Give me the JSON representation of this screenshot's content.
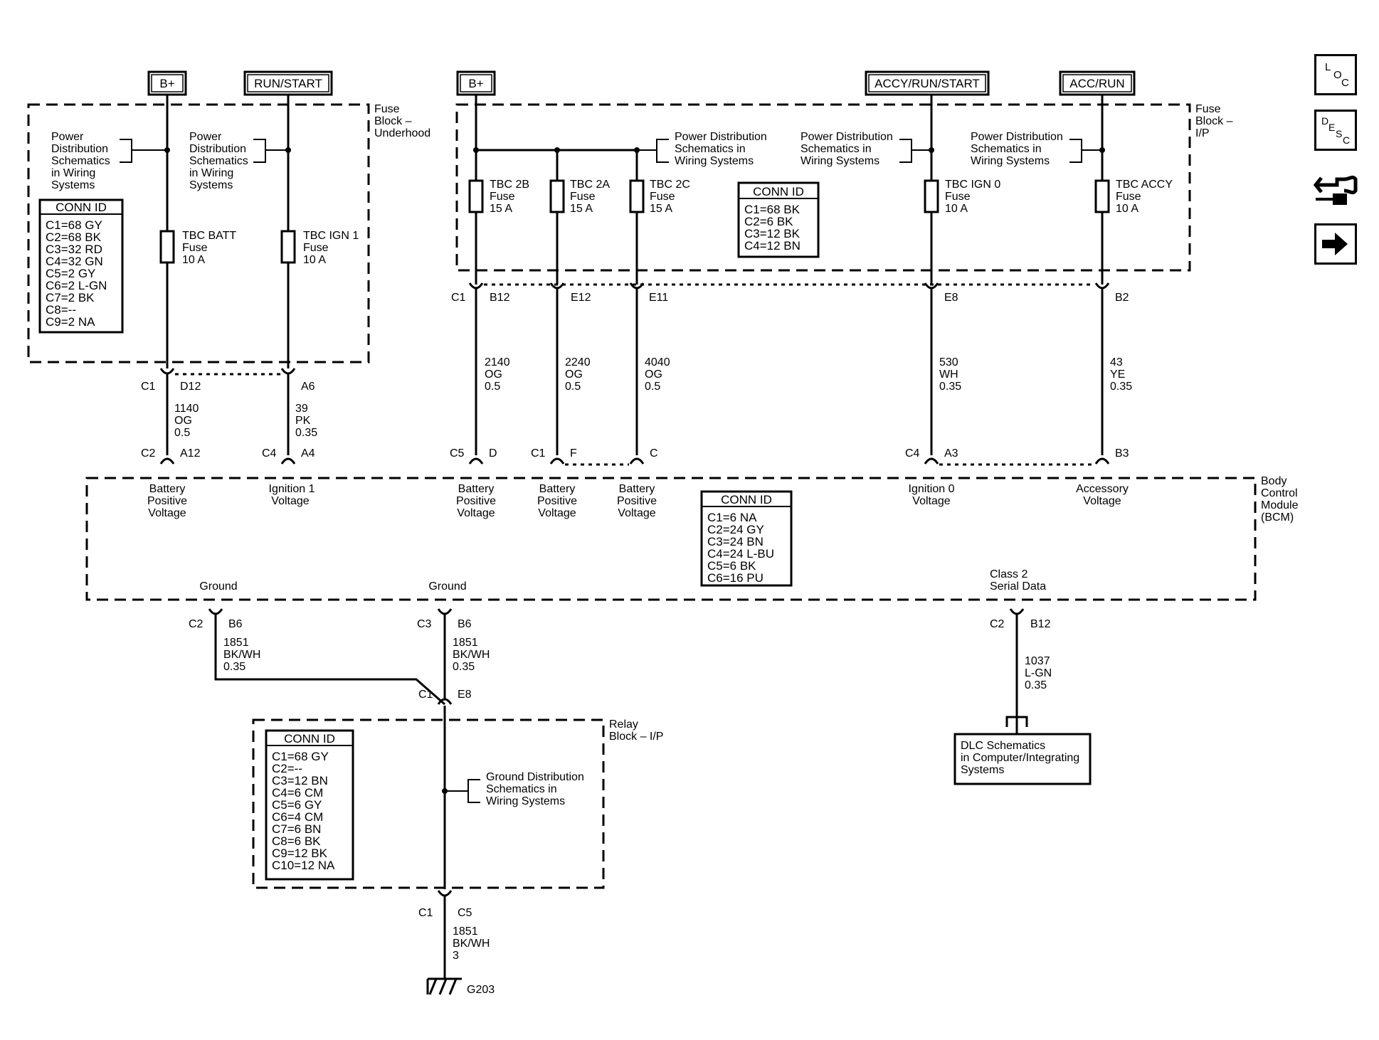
{
  "sources": {
    "bplus_left": "B+",
    "run_start": "RUN/START",
    "bplus_right": "B+",
    "accy_run_start": "ACCY/RUN/START",
    "acc_run": "ACC/RUN"
  },
  "fuse_block_underhood": {
    "title": [
      "Fuse",
      "Block –",
      "Underhood"
    ],
    "note_left": [
      "Power",
      "Distribution",
      "Schematics",
      "in Wiring",
      "Systems"
    ],
    "note_right": [
      "Power",
      "Distribution",
      "Schematics",
      "in Wiring",
      "Systems"
    ],
    "conn_id": {
      "title": "CONN ID",
      "rows": [
        "C1=68 GY",
        "C2=68 BK",
        "C3=32 RD",
        "C4=32 GN",
        "C5=2 GY",
        "C6=2 L-GN",
        "C7=2 BK",
        "C8=--",
        "C9=2 NA"
      ]
    },
    "fuses": [
      {
        "name": "TBC BATT",
        "type": "Fuse",
        "rating": "10 A"
      },
      {
        "name": "TBC IGN 1",
        "type": "Fuse",
        "rating": "10 A"
      }
    ]
  },
  "fuse_block_ip": {
    "title": [
      "Fuse",
      "Block –",
      "I/P"
    ],
    "notes": [
      [
        "Power Distribution",
        "Schematics in",
        "Wiring Systems"
      ],
      [
        "Power Distribution",
        "Schematics in",
        "Wiring Systems"
      ],
      [
        "Power Distribution",
        "Schematics in",
        "Wiring Systems"
      ]
    ],
    "conn_id": {
      "title": "CONN ID",
      "rows": [
        "C1=68 BK",
        "C2=6 BK",
        "C3=12 BK",
        "C4=12 BN"
      ]
    },
    "fuses": [
      {
        "name": "TBC 2B",
        "type": "Fuse",
        "rating": "15 A"
      },
      {
        "name": "TBC 2A",
        "type": "Fuse",
        "rating": "15 A"
      },
      {
        "name": "TBC 2C",
        "type": "Fuse",
        "rating": "15 A"
      },
      {
        "name": "TBC IGN 0",
        "type": "Fuse",
        "rating": "10 A"
      },
      {
        "name": "TBC ACCY",
        "type": "Fuse",
        "rating": "10 A"
      }
    ]
  },
  "upper_connectors": {
    "underhood": {
      "conn": "C1",
      "pins": [
        "D12",
        "A6"
      ]
    },
    "ip": {
      "conn": "C1",
      "pins": [
        "B12",
        "E12",
        "E11",
        "E8",
        "B2"
      ]
    }
  },
  "wires_upper": [
    {
      "circuit": "1140",
      "color": "OG",
      "gauge": "0.5"
    },
    {
      "circuit": "39",
      "color": "PK",
      "gauge": "0.35"
    },
    {
      "circuit": "2140",
      "color": "OG",
      "gauge": "0.5"
    },
    {
      "circuit": "2240",
      "color": "OG",
      "gauge": "0.5"
    },
    {
      "circuit": "4040",
      "color": "OG",
      "gauge": "0.5"
    },
    {
      "circuit": "530",
      "color": "WH",
      "gauge": "0.35"
    },
    {
      "circuit": "43",
      "color": "YE",
      "gauge": "0.35"
    }
  ],
  "bcm_connectors": [
    {
      "conn": "C2",
      "pin": "A12"
    },
    {
      "conn": "C4",
      "pin": "A4"
    },
    {
      "conn": "C5",
      "pin": "D"
    },
    {
      "conn": "C1",
      "pin": "F"
    },
    {
      "conn": "",
      "pin": "C"
    },
    {
      "conn": "C4",
      "pin": "A3"
    },
    {
      "conn": "",
      "pin": "B3"
    }
  ],
  "bcm": {
    "title": [
      "Body",
      "Control",
      "Module",
      "(BCM)"
    ],
    "inputs": [
      [
        "Battery",
        "Positive",
        "Voltage"
      ],
      [
        "Ignition 1",
        "Voltage"
      ],
      [
        "Battery",
        "Positive",
        "Voltage"
      ],
      [
        "Battery",
        "Positive",
        "Voltage"
      ],
      [
        "Battery",
        "Positive",
        "Voltage"
      ],
      [
        "Ignition 0",
        "Voltage"
      ],
      [
        "Accessory",
        "Voltage"
      ]
    ],
    "conn_id": {
      "title": "CONN ID",
      "rows": [
        "C1=6 NA",
        "C2=24 GY",
        "C3=24 BN",
        "C4=24 L-BU",
        "C5=6 BK",
        "C6=16 PU"
      ]
    },
    "ground_labels": [
      "Ground",
      "Ground"
    ],
    "serial_label": [
      "Class 2",
      "Serial Data"
    ]
  },
  "bcm_bottom_connectors": [
    {
      "conn": "C2",
      "pin": "B6"
    },
    {
      "conn": "C3",
      "pin": "B6"
    },
    {
      "conn": "C2",
      "pin": "B12"
    }
  ],
  "wires_lower": [
    {
      "circuit": "1851",
      "color": "BK/WH",
      "gauge": "0.35"
    },
    {
      "circuit": "1851",
      "color": "BK/WH",
      "gauge": "0.35"
    },
    {
      "circuit": "1037",
      "color": "L-GN",
      "gauge": "0.35"
    }
  ],
  "relay_block": {
    "title": [
      "Relay",
      "Block – I/P"
    ],
    "entry": {
      "conn": "C1",
      "pin": "E8"
    },
    "exit": {
      "conn": "C1",
      "pin": "C5"
    },
    "note": [
      "Ground Distribution",
      "Schematics in",
      "Wiring Systems"
    ],
    "conn_id": {
      "title": "CONN ID",
      "rows": [
        "C1=68 GY",
        "C2=--",
        "C3=12 BN",
        "C4=6 CM",
        "C5=6 GY",
        "C6=4 CM",
        "C7=6 BN",
        "C8=6 BK",
        "C9=12 BK",
        "C10=12 NA"
      ]
    }
  },
  "ground_wire": {
    "circuit": "1851",
    "color": "BK/WH",
    "gauge": "3"
  },
  "ground_point": "G203",
  "dlc": [
    "DLC Schematics",
    "in Computer/Integrating",
    "Systems"
  ],
  "side_buttons": [
    {
      "name": "loc",
      "letters": [
        "L",
        "O",
        "C"
      ]
    },
    {
      "name": "desc",
      "letters": [
        "D",
        "E",
        "S",
        "C"
      ]
    },
    {
      "name": "connector-end-view",
      "icon": "wrench-connector-icon"
    },
    {
      "name": "next",
      "icon": "arrow-right-icon"
    }
  ]
}
